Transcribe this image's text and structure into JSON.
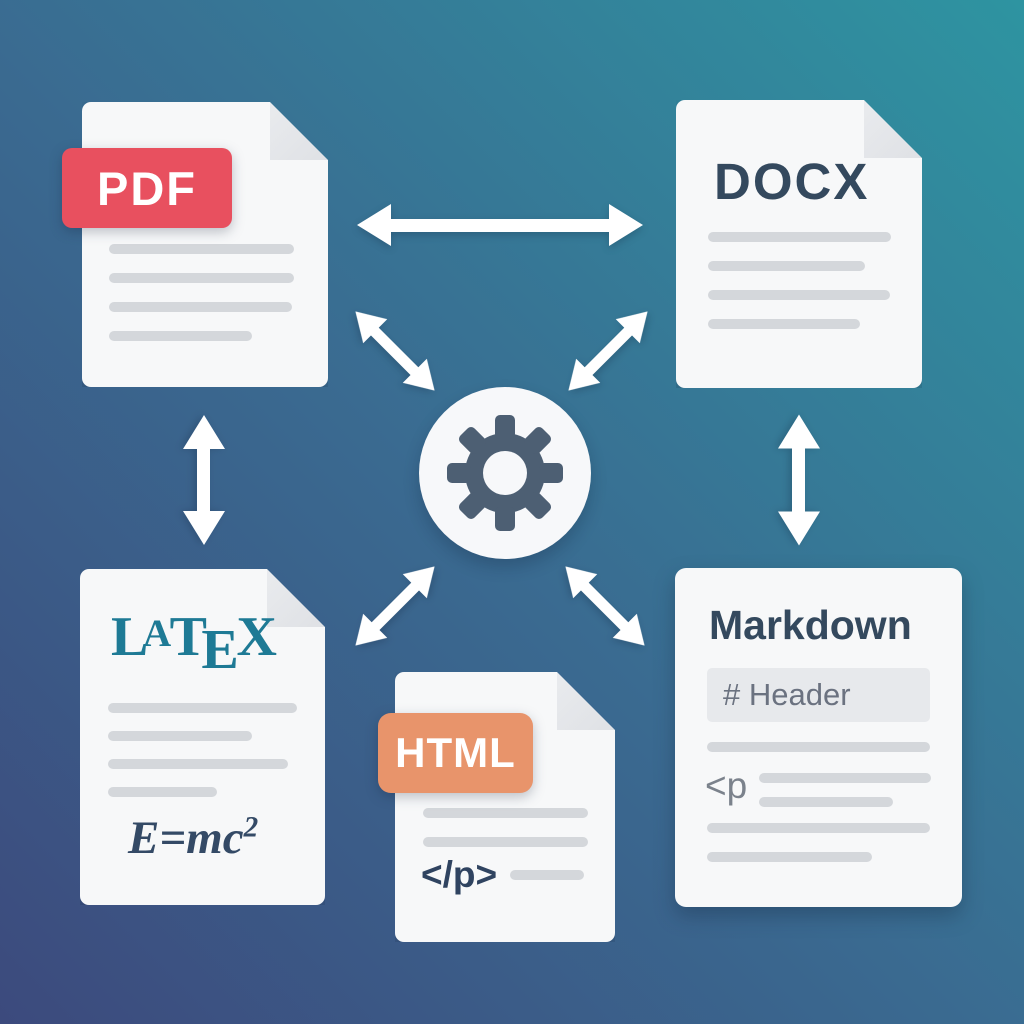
{
  "background": {
    "gradient_colors": [
      "#2e94a1",
      "#3a6b91",
      "#3c4a7d"
    ]
  },
  "hub": {
    "icon": "gear-icon",
    "circle_color": "#f7f8fa",
    "gear_color": "#4d5f73"
  },
  "documents": {
    "pdf": {
      "badge": "PDF",
      "badge_color": "#e8505f",
      "text_line_count": 4
    },
    "docx": {
      "title": "DOCX",
      "title_color": "#34495e",
      "text_line_count": 4
    },
    "latex": {
      "logo_chars": [
        "L",
        "A",
        "T",
        "E",
        "X"
      ],
      "logo_color": "#1e7a95",
      "formula": "E=mc",
      "formula_exponent": "2",
      "text_line_count": 4
    },
    "html": {
      "badge": "HTML",
      "badge_color": "#e8946b",
      "snippet": "</p>",
      "text_line_count": 2
    },
    "markdown": {
      "title": "Markdown",
      "header_snippet": "# Header",
      "tag_snippet": "<p",
      "text_line_count": 4
    }
  },
  "connections": [
    {
      "name": "pdf-docx",
      "type": "bidirectional"
    },
    {
      "name": "pdf-latex",
      "type": "bidirectional"
    },
    {
      "name": "docx-markdown",
      "type": "bidirectional"
    },
    {
      "name": "hub-pdf",
      "type": "bidirectional"
    },
    {
      "name": "hub-docx",
      "type": "bidirectional"
    },
    {
      "name": "hub-latex",
      "type": "bidirectional"
    },
    {
      "name": "hub-markdown",
      "type": "bidirectional"
    }
  ]
}
